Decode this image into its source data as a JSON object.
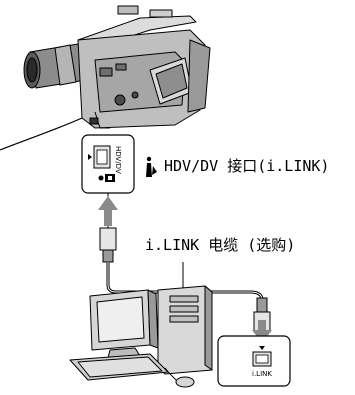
{
  "labels": {
    "port_label": "HDV/DV 接口(i.LINK)",
    "cable_label": "i.LINK 电缆 (选购)",
    "camera_port_text": "HDV/DV",
    "pc_port_text": "i.LINK"
  },
  "icons": {
    "port_symbol": "i-link-symbol-icon",
    "camera": "camcorder-icon",
    "computer": "computer-icon",
    "arrow": "arrow-icon"
  },
  "colors": {
    "line": "#000000",
    "fill_light": "#e6e6e6",
    "fill_dark": "#9a9a9a",
    "arrow": "#8a8a8a"
  }
}
